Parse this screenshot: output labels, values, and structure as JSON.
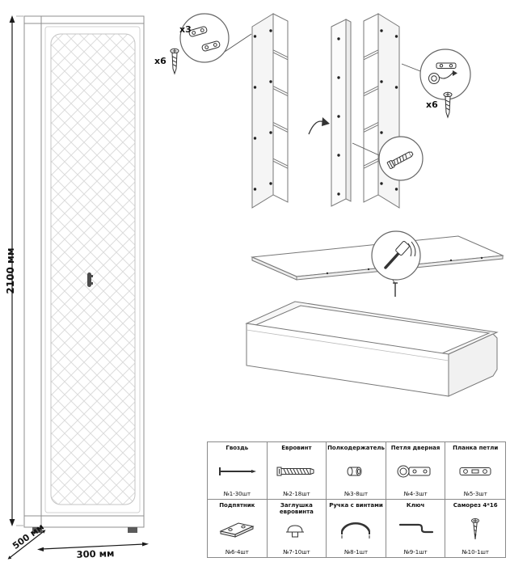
{
  "dimensions": {
    "height": "2100 мм",
    "depth": "500 мм",
    "width": "300 мм"
  },
  "callouts": {
    "hinge_plates_count": "x3",
    "screws_left_count": "x6",
    "hinge_screws_count": "x6"
  },
  "parts_table": {
    "rows": [
      [
        {
          "name": "Гвоздь",
          "qty": "№1-30шт",
          "icon": "nail"
        },
        {
          "name": "Евровинт",
          "qty": "№2-18шт",
          "icon": "euro-screw"
        },
        {
          "name": "Полкодержатель",
          "qty": "№3-8шт",
          "icon": "shelf-support"
        },
        {
          "name": "Петля дверная",
          "qty": "№4-3шт",
          "icon": "door-hinge"
        },
        {
          "name": "Планка петли",
          "qty": "№5-3шт",
          "icon": "hinge-plate"
        }
      ],
      [
        {
          "name": "Подпятник",
          "qty": "№6-4шт",
          "icon": "foot-glide"
        },
        {
          "name": "Заглушка евровинта",
          "qty": "№7-10шт",
          "icon": "screw-cap"
        },
        {
          "name": "Ручка с винтами",
          "qty": "№8-1шт",
          "icon": "handle"
        },
        {
          "name": "Ключ",
          "qty": "№9-1шт",
          "icon": "key"
        },
        {
          "name": "Саморез 4*16",
          "qty": "№10-1шт",
          "icon": "self-tapping-screw"
        }
      ]
    ]
  }
}
